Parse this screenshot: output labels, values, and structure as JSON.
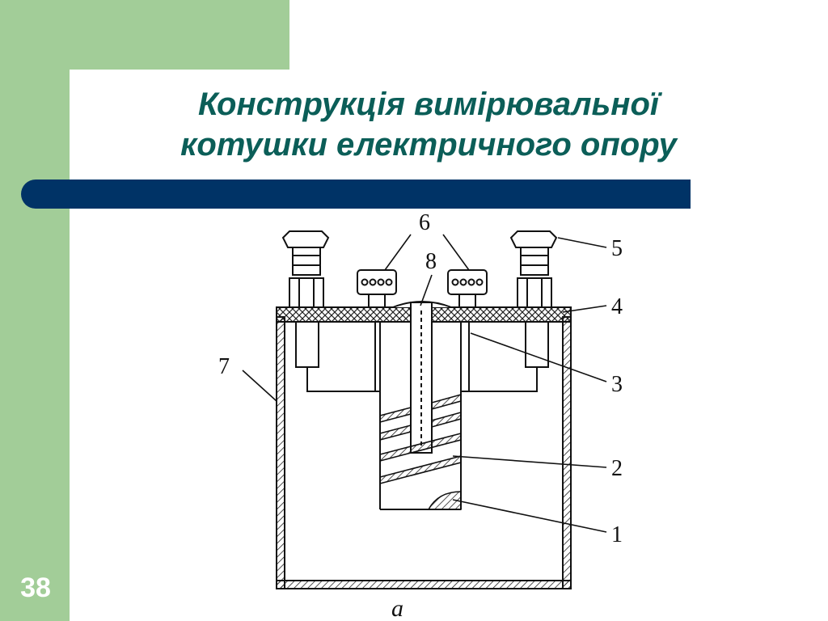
{
  "slide": {
    "title_line1": "Конструкція вимірювальної",
    "title_line2": "котушки електричного опору",
    "number": "38"
  },
  "figure": {
    "labels": {
      "l1": "1",
      "l2": "2",
      "l3": "3",
      "l4": "4",
      "l5": "5",
      "l6": "6",
      "l7": "7",
      "l8": "8"
    },
    "caption": "а"
  },
  "colors": {
    "green": "#a2cd98",
    "title": "#0b5e58",
    "bar": "#003366"
  }
}
